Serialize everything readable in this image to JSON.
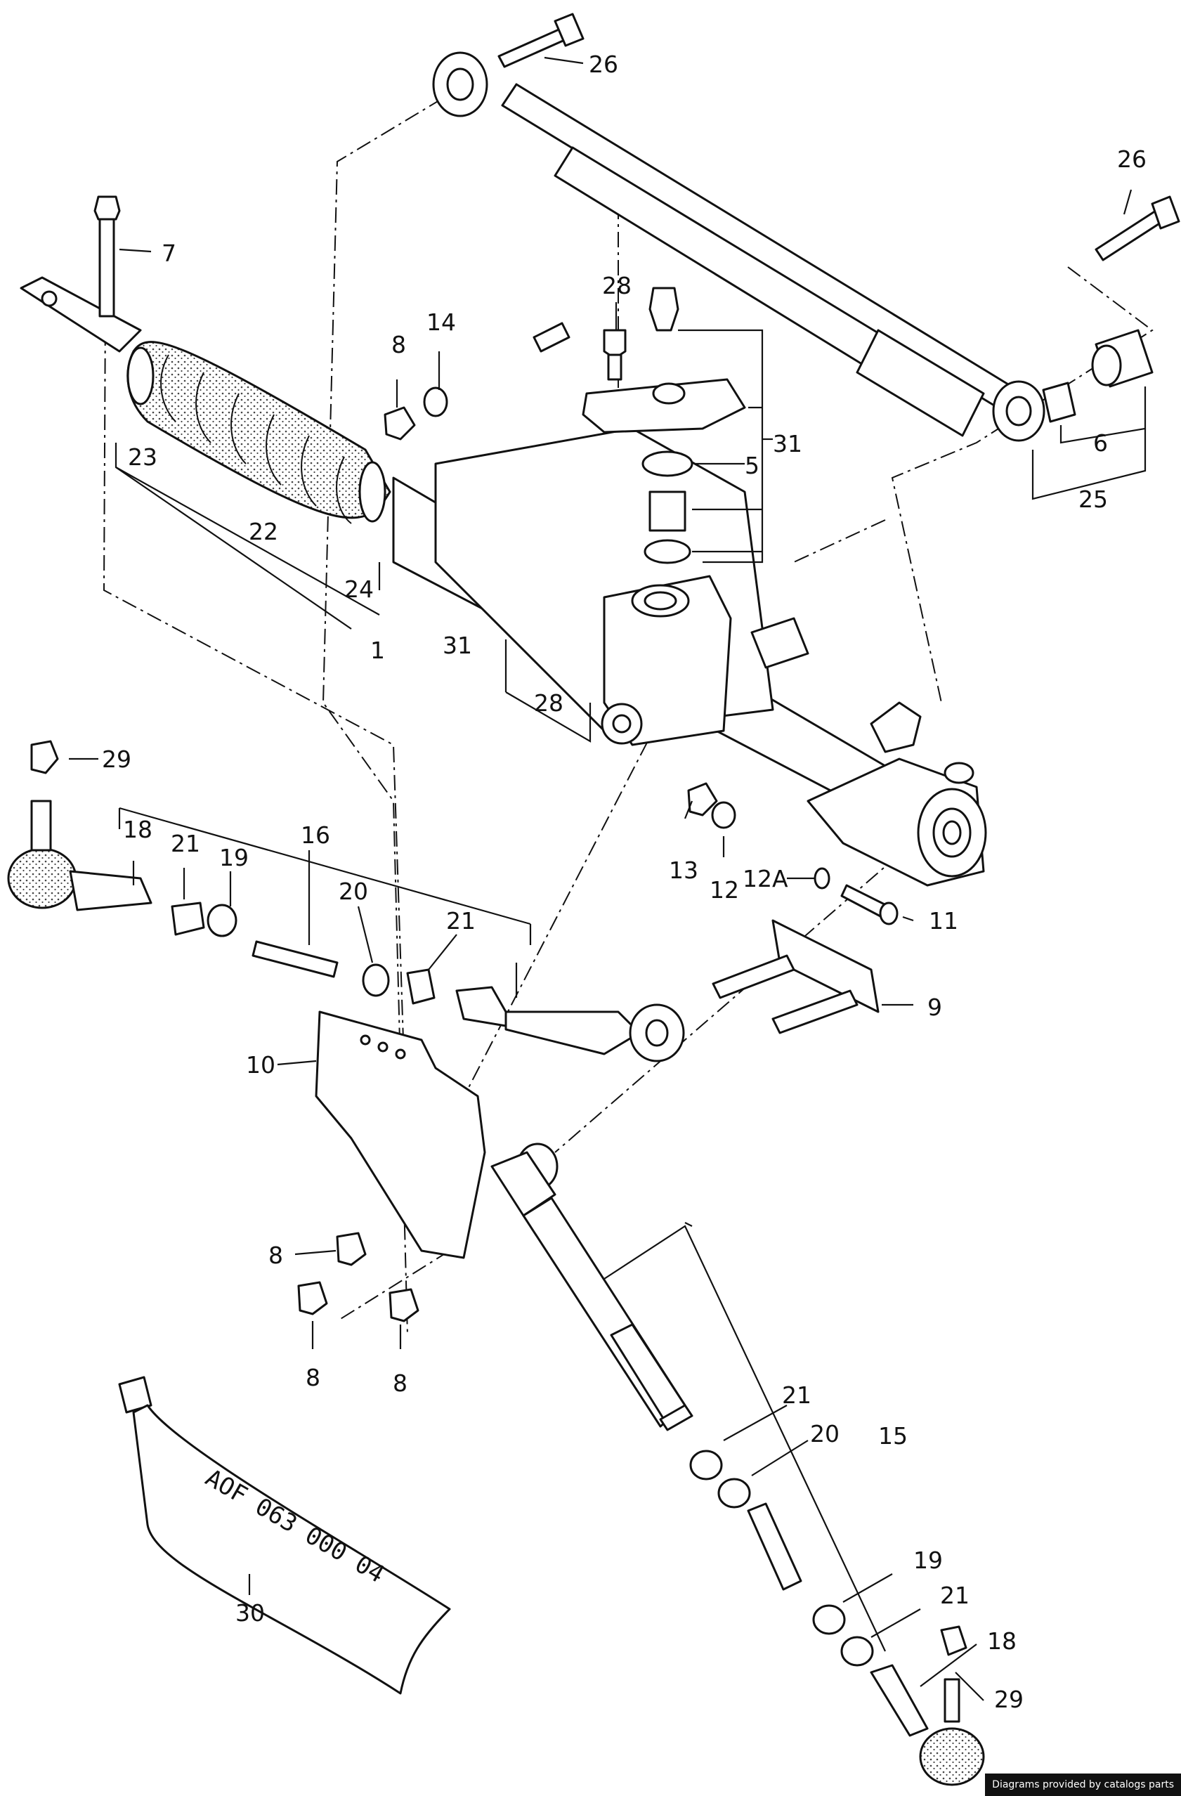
{
  "callouts": [
    "26",
    "26",
    "7",
    "28",
    "8",
    "14",
    "31",
    "5",
    "6",
    "25",
    "23",
    "22",
    "24",
    "1",
    "31",
    "28",
    "29",
    "18",
    "21",
    "19",
    "16",
    "20",
    "21",
    "13",
    "12",
    "12A",
    "11",
    "9",
    "10",
    "8",
    "8",
    "8",
    "21",
    "20",
    "15",
    "19",
    "21",
    "18",
    "29",
    "30"
  ],
  "tube_text": "AOF 063 000 04",
  "credit": "Diagrams provided by catalogs parts"
}
